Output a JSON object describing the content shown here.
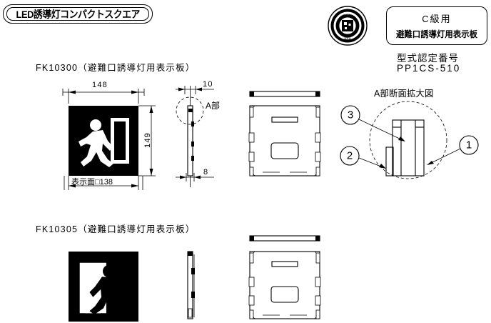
{
  "header": {
    "title_badge": "LED誘導灯コンパクトスクエア",
    "seal_icon": "certification-seal-icon",
    "class_box": {
      "line1": "C級用",
      "line2": "避難口誘導灯用表示板"
    },
    "certification": {
      "label": "型式認定番号",
      "value": "PP1CS-510"
    }
  },
  "drawings": [
    {
      "model_label": "FK10300（避難口誘導灯用表示板）",
      "front_view": {
        "width_dim": "148",
        "height_dim": "149",
        "display_face_dim": "表示面□138",
        "pictogram": "running-man-exit-icon-white-on-black"
      },
      "side_view": {
        "top_dim": "10",
        "bottom_dim": "8",
        "detail_callout": "A部"
      },
      "rear_view": {
        "label": ""
      }
    },
    {
      "model_label": "FK10305（避難口誘導灯用表示板）",
      "front_view": {
        "pictogram": "running-man-exit-icon-black-on-white"
      },
      "side_view": {},
      "rear_view": {}
    }
  ],
  "detail_view": {
    "title": "A部断面拡大図",
    "balloons": [
      {
        "number": "3"
      },
      {
        "number": "2"
      },
      {
        "number": "1"
      }
    ]
  }
}
